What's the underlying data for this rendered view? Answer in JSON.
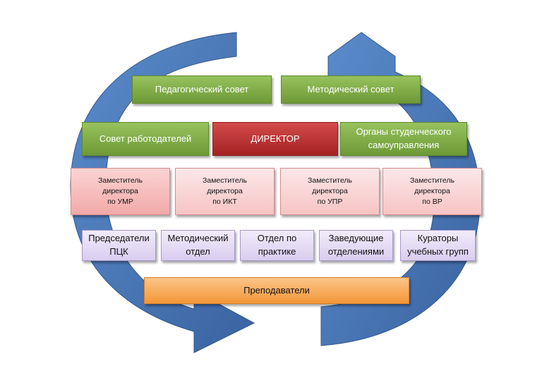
{
  "colors": {
    "arrow": "#4a78b8",
    "council": "#7dab43",
    "director": "#c43434",
    "deputy": "#f8d0d0",
    "unit": "#e4dcf4",
    "teachers": "#f5a14a"
  },
  "councils": {
    "pedagogical": "Педагогический совет",
    "methodical": "Методический совет",
    "employers": "Совет работодателей",
    "student_self_gov_line1": "Органы студенческого",
    "student_self_gov_line2": "самоуправления"
  },
  "director": "ДИРЕКТОР",
  "deputies": [
    {
      "line1": "Заместитель",
      "line2": "директора",
      "line3": "по УМР"
    },
    {
      "line1": "Заместитель",
      "line2": "директора",
      "line3": "по ИКТ"
    },
    {
      "line1": "Заместитель",
      "line2": "директора",
      "line3": "по УПР"
    },
    {
      "line1": "Заместитель",
      "line2": "директора",
      "line3": "по ВР"
    }
  ],
  "units": [
    {
      "line1": "Председатели",
      "line2": "ПЦК"
    },
    {
      "line1": "Методический",
      "line2": "отдел"
    },
    {
      "line1": "Отдел по",
      "line2": "практике"
    },
    {
      "line1": "Заведующие",
      "line2": "отделениями"
    },
    {
      "line1": "Кураторы",
      "line2": "учебных групп"
    }
  ],
  "teachers": "Преподаватели"
}
